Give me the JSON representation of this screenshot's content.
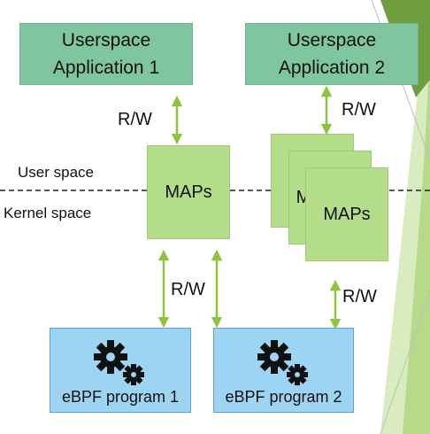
{
  "app1": {
    "line1": "Userspace",
    "line2": "Application 1"
  },
  "app2": {
    "line1": "Userspace",
    "line2": "Application 2"
  },
  "maps_label": "MAPs",
  "maps_stack_partial": "M",
  "rw_label": "R/W",
  "user_space_label": "User space",
  "kernel_space_label": "Kernel space",
  "programs": [
    {
      "label": "eBPF program 1"
    },
    {
      "label": "eBPF program 2"
    }
  ],
  "colors": {
    "app_box": "#7fc59d",
    "map_box": "#b4dd8a",
    "program_box": "#9dd3f3",
    "arrow": "#8cc43f"
  }
}
